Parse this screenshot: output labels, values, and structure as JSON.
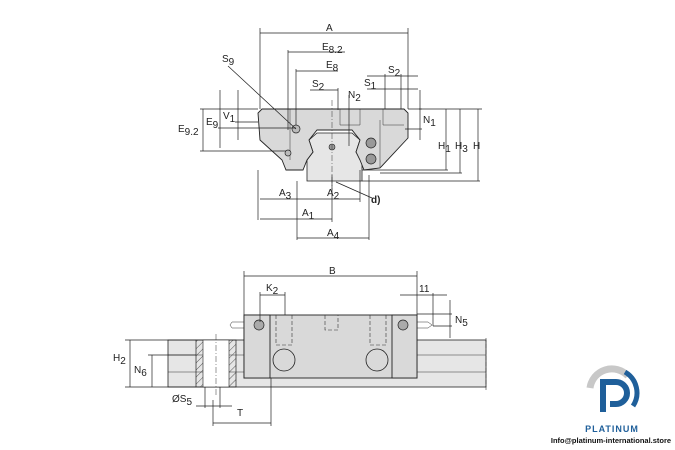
{
  "front_view": {
    "labels": {
      "A": "A",
      "E82": {
        "main": "E",
        "sub": "8.2"
      },
      "E8": {
        "main": "E",
        "sub": "8"
      },
      "S9": {
        "main": "S",
        "sub": "9"
      },
      "S2_left": {
        "main": "S",
        "sub": "2"
      },
      "N2": {
        "main": "N",
        "sub": "2"
      },
      "S1": {
        "main": "S",
        "sub": "1"
      },
      "S2_right": {
        "main": "S",
        "sub": "2"
      },
      "N1": {
        "main": "N",
        "sub": "1"
      },
      "H1": {
        "main": "H",
        "sub": "1"
      },
      "H3": {
        "main": "H",
        "sub": "3"
      },
      "H": "H",
      "E9": {
        "main": "E",
        "sub": "9"
      },
      "V1": {
        "main": "V",
        "sub": "1"
      },
      "E92": {
        "main": "E",
        "sub": "9.2"
      },
      "A3": {
        "main": "A",
        "sub": "3"
      },
      "A2": {
        "main": "A",
        "sub": "2"
      },
      "A1": {
        "main": "A",
        "sub": "1"
      },
      "A4": {
        "main": "A",
        "sub": "4"
      },
      "d": "d)"
    }
  },
  "side_view": {
    "labels": {
      "B": "B",
      "K2": {
        "main": "K",
        "sub": "2"
      },
      "eleven": "11",
      "N5": {
        "main": "N",
        "sub": "5"
      },
      "H2": {
        "main": "H",
        "sub": "2"
      },
      "N6": {
        "main": "N",
        "sub": "6"
      },
      "S5": {
        "main": "ØS",
        "sub": "5"
      },
      "T": "T"
    }
  },
  "watermark": {
    "brand": "PLATINUM",
    "email": "Info@platinum-international.store",
    "colors": {
      "blue": "#1f5f9a",
      "gray": "#c8c8c8"
    }
  }
}
